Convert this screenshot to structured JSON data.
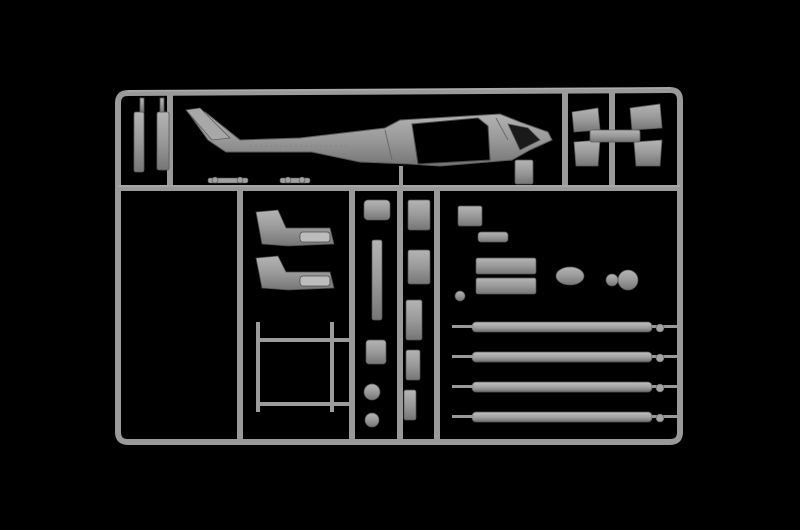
{
  "scene": {
    "subject": "plastic-model-kit-sprue",
    "background_color": "#000000",
    "plastic_color": "#9a9a9a",
    "plastic_highlight": "#b8b8b8",
    "plastic_shadow": "#6e6e6e",
    "parts": {
      "fuselage_half": "helicopter-fuselage-half",
      "rotor_blades_count": 4,
      "seat_parts_count": 2,
      "skid_landing_gear_count": 1
    }
  }
}
